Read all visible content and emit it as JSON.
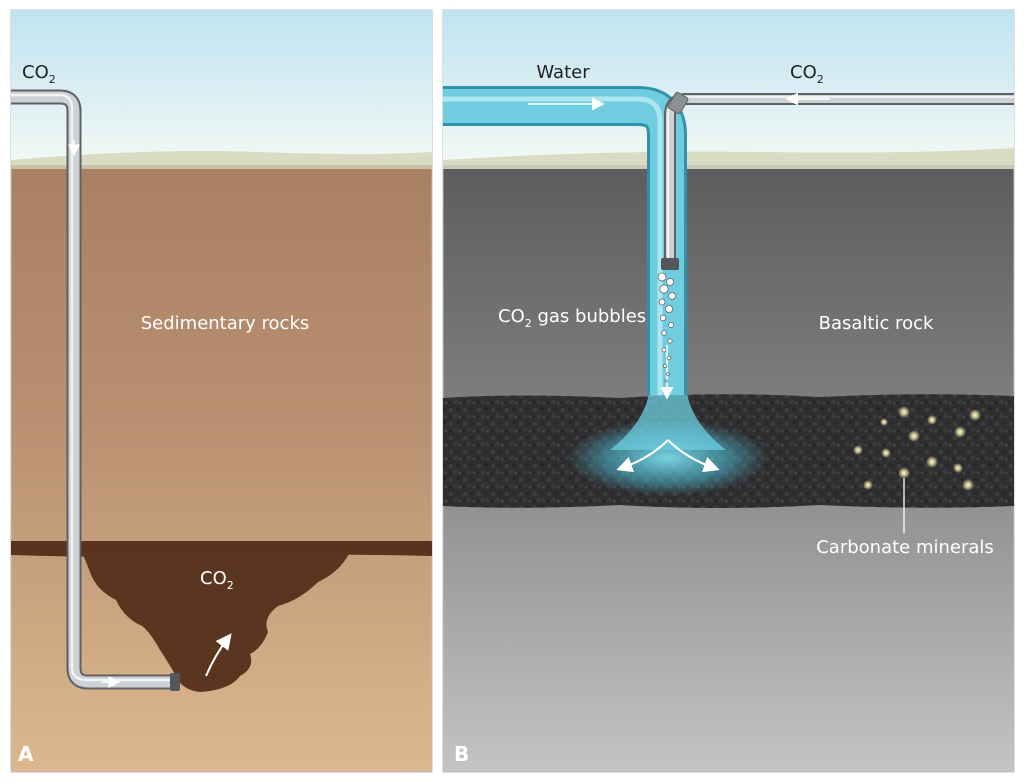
{
  "panel_a": {
    "letter": "A",
    "co2_inlet_label": "CO",
    "co2_inlet_sub": "2",
    "rock_label": "Sedimentary rocks",
    "plume_label": "CO",
    "plume_sub": "2"
  },
  "panel_b": {
    "letter": "B",
    "water_label": "Water",
    "co2_inlet_label": "CO",
    "co2_inlet_sub": "2",
    "bubbles_label_prefix": "CO",
    "bubbles_label_sub": "2",
    "bubbles_label_suffix": " gas bubbles",
    "rock_label": "Basaltic rock",
    "minerals_label": "Carbonate minerals"
  },
  "colors": {
    "sky_top": "#bfe3f1",
    "sky_bottom": "#eef7f6",
    "ground_line": "#d8dcc0",
    "sediment_top": "#a37a5a",
    "sediment_bottom": "#d9b48a",
    "plume": "#5b3620",
    "basalt_top": "#4a4a4c",
    "basalt_bottom": "#bdbdbd",
    "basalt_layer": "#2e2e30",
    "pipe": "#9a9da0",
    "water": "#68c4d6"
  }
}
